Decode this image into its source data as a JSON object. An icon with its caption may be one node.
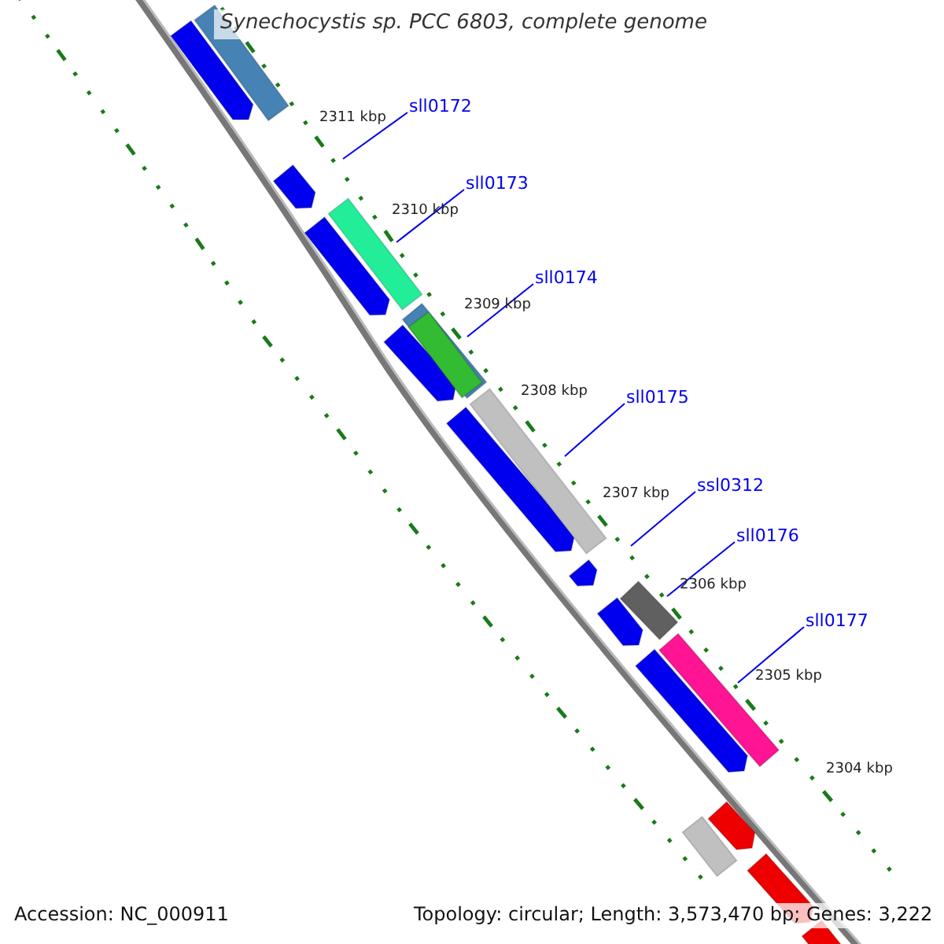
{
  "diagram": {
    "title": "Synechocystis sp. PCC 6803, complete genome",
    "nodes": [
      {
        "text": [
          "sll0172"
        ]
      },
      {
        "text": [
          "sll0173"
        ]
      },
      {
        "text": [
          "sll0174"
        ]
      },
      {
        "text": [
          "sll0175"
        ]
      },
      {
        "text": [
          "ssl0312"
        ]
      },
      {
        "text": [
          "sll0176"
        ]
      },
      {
        "text": [
          "sll0177"
        ]
      }
    ],
    "edges": [
      {
        "from": 0,
        "to": null,
        "arrow": "none"
      },
      {
        "from": 1,
        "to": null,
        "arrow": "none"
      },
      {
        "from": 2,
        "to": null,
        "arrow": "none"
      },
      {
        "from": 3,
        "to": null,
        "arrow": "none"
      },
      {
        "from": 4,
        "to": null,
        "arrow": "none"
      },
      {
        "from": 5,
        "to": null,
        "arrow": "none"
      },
      {
        "from": 6,
        "to": null,
        "arrow": "none"
      }
    ],
    "labels": [
      "2311 kbp",
      "2310 kbp",
      "2309 kbp",
      "2308 kbp",
      "2307 kbp",
      "2306 kbp",
      "2305 kbp",
      "2304 kbp",
      "Accession: NC_000911",
      "Topology: circular; Length: 3,573,470 bp; Genes: 3,222"
    ]
  }
}
